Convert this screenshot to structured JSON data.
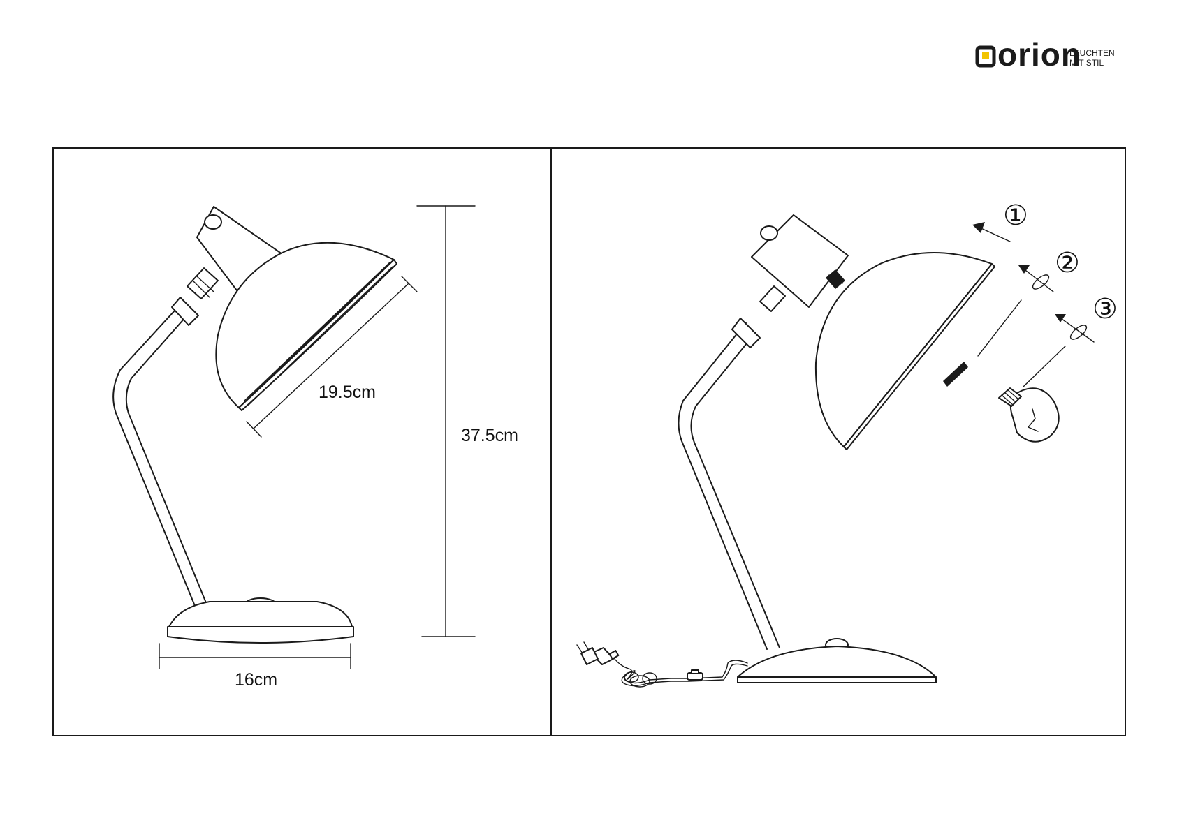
{
  "logo": {
    "brand": "orion",
    "tagline_line1": "LEUCHTEN",
    "tagline_line2": "MIT STIL",
    "accent_color": "#f2c400"
  },
  "dimensions": {
    "shade_diameter": "19.5cm",
    "height": "37.5cm",
    "base_diameter": "16cm"
  },
  "assembly": {
    "steps": [
      "①",
      "②",
      "③"
    ]
  },
  "colors": {
    "line": "#1a1a1a",
    "background": "#ffffff"
  }
}
